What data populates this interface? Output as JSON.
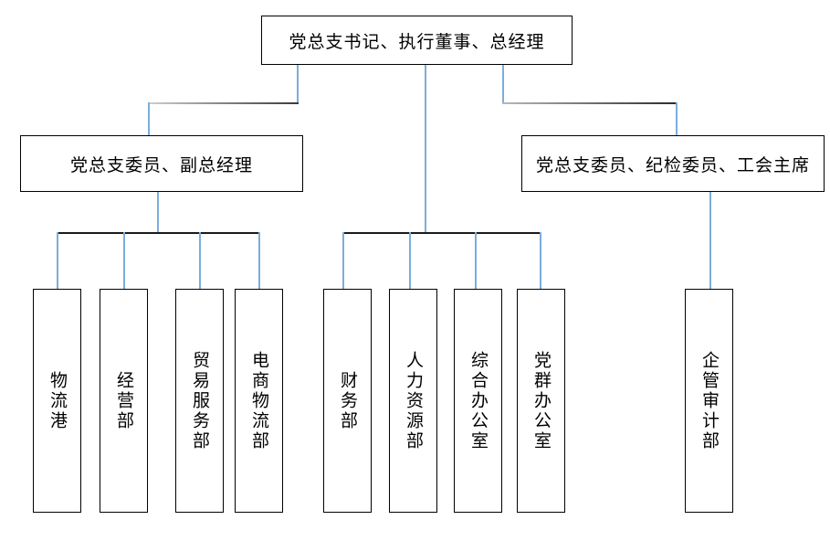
{
  "chart": {
    "type": "org-chart",
    "title": "",
    "orientation": "top-down",
    "levels": 3
  },
  "nodes": {
    "top": {
      "label": "党总支书记、执行董事、总经理",
      "level": 1,
      "orientation": "horizontal"
    },
    "left_manager": {
      "label": "党总支委员、副总经理",
      "level": 2,
      "orientation": "horizontal"
    },
    "right_manager": {
      "label": "党总支委员、纪检委员、工会主席",
      "level": 2,
      "orientation": "horizontal"
    },
    "departments_left": [
      {
        "label": "物流港",
        "orientation": "vertical"
      },
      {
        "label": "经营部",
        "orientation": "vertical"
      },
      {
        "label": "贸易服务部",
        "orientation": "vertical"
      },
      {
        "label": "电商物流部",
        "orientation": "vertical"
      }
    ],
    "departments_middle": [
      {
        "label": "财务部",
        "orientation": "vertical"
      },
      {
        "label": "人力资源部",
        "orientation": "vertical"
      },
      {
        "label": "综合办公室",
        "orientation": "vertical"
      },
      {
        "label": "党群办公室",
        "orientation": "vertical"
      }
    ],
    "departments_right": [
      {
        "label": "企管审计部",
        "orientation": "vertical"
      }
    ]
  },
  "colors": {
    "box_border": "#000000",
    "connector_blue": "#7aaddc",
    "connector_dark": "#1a1a1a",
    "text": "#000000",
    "background": "#ffffff"
  }
}
